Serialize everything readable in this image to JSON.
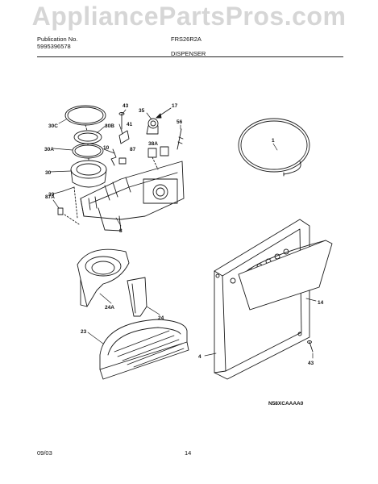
{
  "watermark": "AppliancePartsPros.com",
  "header": {
    "publication_label": "Publication No.",
    "publication_number": "5995396578",
    "model": "FRS26R2A",
    "section": "DISPENSER"
  },
  "footer": {
    "date": "09/03",
    "page": "14"
  },
  "diagram_code": "N58XCAAAA0",
  "callouts": [
    "43",
    "35",
    "17",
    "41",
    "30C",
    "30B",
    "56",
    "10",
    "38A",
    "87",
    "30A",
    "1",
    "30",
    "39",
    "87A",
    "8",
    "14",
    "24A",
    "24",
    "23",
    "4",
    "43"
  ]
}
